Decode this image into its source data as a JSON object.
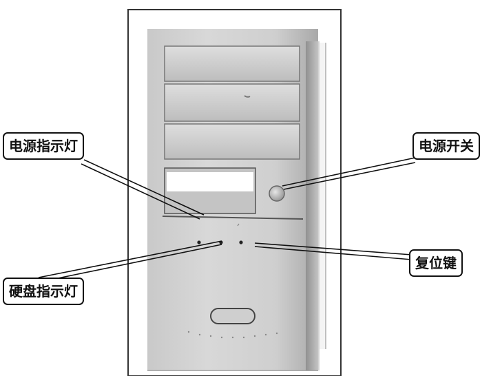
{
  "callouts": {
    "power_indicator": "电源指示灯",
    "power_switch": "电源开关",
    "reset_button": "复位键",
    "hdd_indicator": "硬盘指示灯"
  }
}
